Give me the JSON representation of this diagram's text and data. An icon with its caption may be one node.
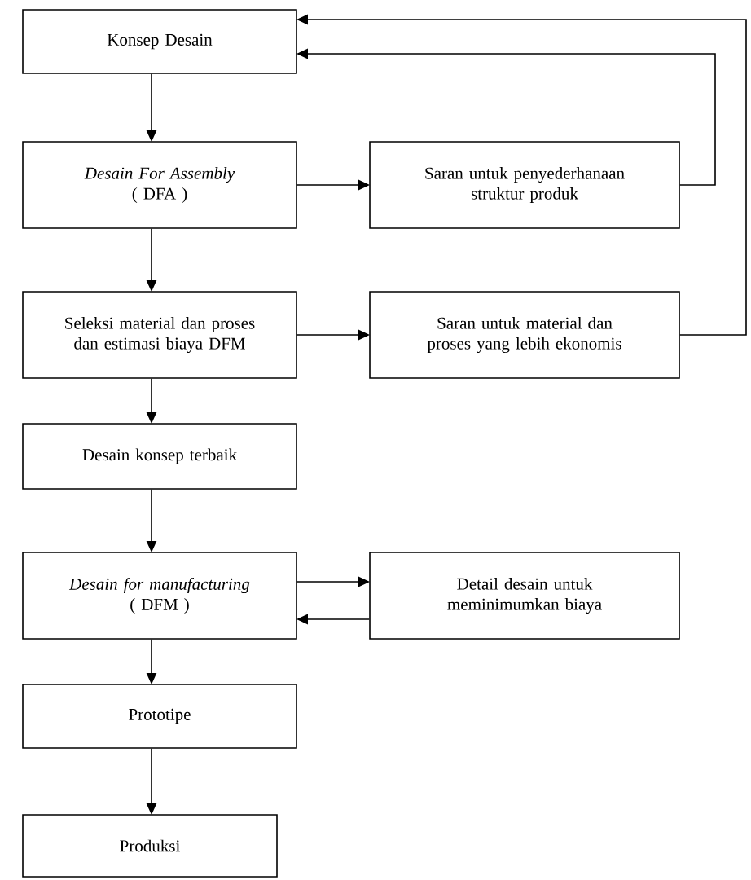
{
  "diagram": {
    "nodes": [
      {
        "text": [
          "Konsep Desain"
        ]
      },
      {
        "text": [
          "*Desain For Assembly*",
          "( DFA )"
        ]
      },
      {
        "text": [
          "Saran untuk penyederhanaan struktur produk"
        ]
      },
      {
        "text": [
          "Seleksi material dan proses dan estimasi biaya DFM"
        ]
      },
      {
        "text": [
          "Saran untuk material dan proses yang lebih ekonomis"
        ]
      },
      {
        "text": [
          "Desain konsep terbaik"
        ]
      },
      {
        "text": [
          "*Desain for manufacturing*",
          "( DFM )"
        ]
      },
      {
        "text": [
          "Detail desain untuk meminimumkan biaya"
        ]
      },
      {
        "text": [
          "Prototipe"
        ]
      },
      {
        "text": [
          "Produksi"
        ]
      }
    ],
    "edges": [
      {
        "from": 0,
        "to": 1,
        "arrow": "to"
      },
      {
        "from": 1,
        "to": 2,
        "arrow": "to"
      },
      {
        "from": 2,
        "to": 0,
        "arrow": "to"
      },
      {
        "from": 1,
        "to": 3,
        "arrow": "to"
      },
      {
        "from": 3,
        "to": 4,
        "arrow": "to"
      },
      {
        "from": 4,
        "to": 0,
        "arrow": "to"
      },
      {
        "from": 3,
        "to": 5,
        "arrow": "to"
      },
      {
        "from": 5,
        "to": 6,
        "arrow": "to"
      },
      {
        "from": 6,
        "to": 7,
        "arrow": "to"
      },
      {
        "from": 7,
        "to": 6,
        "arrow": "to"
      },
      {
        "from": 6,
        "to": 8,
        "arrow": "to"
      },
      {
        "from": 8,
        "to": 9,
        "arrow": "to"
      }
    ]
  }
}
